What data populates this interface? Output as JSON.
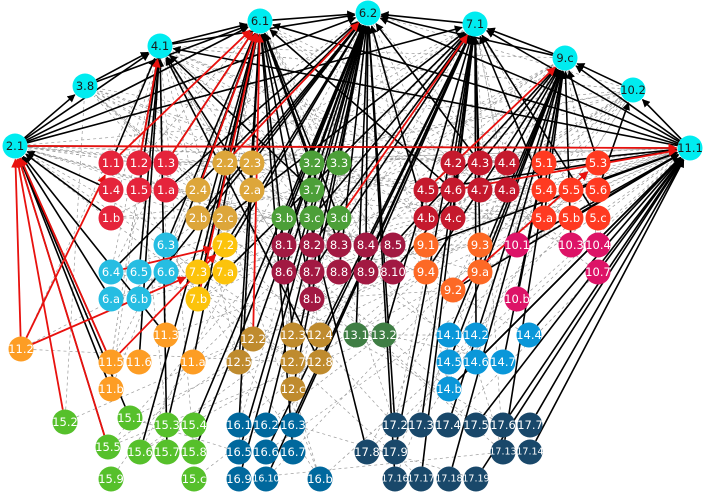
{
  "colors": {
    "target_6": "#00ecf0",
    "goal_1": "#e5243b",
    "goal_2": "#dda63a",
    "goal_3": "#4c9f38",
    "goal_4": "#c5192d",
    "goal_5": "#ff3a21",
    "goal_6": "#26bde2",
    "goal_7": "#fcc30b",
    "goal_8": "#a21942",
    "goal_9": "#fd6925",
    "goal_10": "#dd1367",
    "goal_11": "#fd9d24",
    "goal_12": "#bf8b2e",
    "goal_13": "#3f7e44",
    "goal_14": "#0a97d9",
    "goal_15": "#56c02b",
    "goal_16": "#00689d",
    "goal_17": "#19486a",
    "edge_black": "#000000",
    "edge_red": "#e8110e",
    "edge_dashed": "#9a9a9a"
  },
  "nodes": [
    {
      "id": "6.1",
      "group": "target_6"
    },
    {
      "id": "6.2",
      "group": "target_6"
    },
    {
      "id": "7.1",
      "group": "target_6"
    },
    {
      "id": "4.1",
      "group": "target_6"
    },
    {
      "id": "9.c",
      "group": "target_6"
    },
    {
      "id": "3.8",
      "group": "target_6"
    },
    {
      "id": "10.2",
      "group": "target_6"
    },
    {
      "id": "2.1",
      "group": "target_6"
    },
    {
      "id": "11.1",
      "group": "target_6"
    },
    {
      "id": "1.1",
      "group": "goal_1"
    },
    {
      "id": "1.2",
      "group": "goal_1"
    },
    {
      "id": "1.3",
      "group": "goal_1"
    },
    {
      "id": "1.4",
      "group": "goal_1"
    },
    {
      "id": "1.5",
      "group": "goal_1"
    },
    {
      "id": "1.a",
      "group": "goal_1"
    },
    {
      "id": "1.b",
      "group": "goal_1"
    },
    {
      "id": "2.2",
      "group": "goal_2"
    },
    {
      "id": "2.3",
      "group": "goal_2"
    },
    {
      "id": "2.4",
      "group": "goal_2"
    },
    {
      "id": "2.a",
      "group": "goal_2"
    },
    {
      "id": "2.b",
      "group": "goal_2"
    },
    {
      "id": "2.c",
      "group": "goal_2"
    },
    {
      "id": "3.2",
      "group": "goal_3"
    },
    {
      "id": "3.3",
      "group": "goal_3"
    },
    {
      "id": "3.7",
      "group": "goal_3"
    },
    {
      "id": "3.b",
      "group": "goal_3"
    },
    {
      "id": "3.c",
      "group": "goal_3"
    },
    {
      "id": "3.d",
      "group": "goal_3"
    },
    {
      "id": "4.2",
      "group": "goal_4"
    },
    {
      "id": "4.3",
      "group": "goal_4"
    },
    {
      "id": "4.4",
      "group": "goal_4"
    },
    {
      "id": "4.5",
      "group": "goal_4"
    },
    {
      "id": "4.6",
      "group": "goal_4"
    },
    {
      "id": "4.7",
      "group": "goal_4"
    },
    {
      "id": "4.a",
      "group": "goal_4"
    },
    {
      "id": "4.b",
      "group": "goal_4"
    },
    {
      "id": "4.c",
      "group": "goal_4"
    },
    {
      "id": "5.1",
      "group": "goal_5"
    },
    {
      "id": "5.3",
      "group": "goal_5"
    },
    {
      "id": "5.4",
      "group": "goal_5"
    },
    {
      "id": "5.5",
      "group": "goal_5"
    },
    {
      "id": "5.6",
      "group": "goal_5"
    },
    {
      "id": "5.a",
      "group": "goal_5"
    },
    {
      "id": "5.b",
      "group": "goal_5"
    },
    {
      "id": "5.c",
      "group": "goal_5"
    },
    {
      "id": "6.3",
      "group": "goal_6"
    },
    {
      "id": "6.4",
      "group": "goal_6"
    },
    {
      "id": "6.5",
      "group": "goal_6"
    },
    {
      "id": "6.6",
      "group": "goal_6"
    },
    {
      "id": "6.a",
      "group": "goal_6"
    },
    {
      "id": "6.b",
      "group": "goal_6"
    },
    {
      "id": "7.2",
      "group": "goal_7"
    },
    {
      "id": "7.3",
      "group": "goal_7"
    },
    {
      "id": "7.a",
      "group": "goal_7"
    },
    {
      "id": "7.b",
      "group": "goal_7"
    },
    {
      "id": "8.1",
      "group": "goal_8"
    },
    {
      "id": "8.2",
      "group": "goal_8"
    },
    {
      "id": "8.3",
      "group": "goal_8"
    },
    {
      "id": "8.4",
      "group": "goal_8"
    },
    {
      "id": "8.5",
      "group": "goal_8"
    },
    {
      "id": "8.6",
      "group": "goal_8"
    },
    {
      "id": "8.7",
      "group": "goal_8"
    },
    {
      "id": "8.8",
      "group": "goal_8"
    },
    {
      "id": "8.9",
      "group": "goal_8"
    },
    {
      "id": "8.10",
      "group": "goal_8"
    },
    {
      "id": "8.b",
      "group": "goal_8"
    },
    {
      "id": "9.1",
      "group": "goal_9"
    },
    {
      "id": "9.3",
      "group": "goal_9"
    },
    {
      "id": "9.4",
      "group": "goal_9"
    },
    {
      "id": "9.2",
      "group": "goal_9"
    },
    {
      "id": "9.a",
      "group": "goal_9"
    },
    {
      "id": "10.1",
      "group": "goal_10"
    },
    {
      "id": "10.3",
      "group": "goal_10"
    },
    {
      "id": "10.4",
      "group": "goal_10"
    },
    {
      "id": "10.7",
      "group": "goal_10"
    },
    {
      "id": "10.b",
      "group": "goal_10"
    },
    {
      "id": "11.2",
      "group": "goal_11"
    },
    {
      "id": "11.3",
      "group": "goal_11"
    },
    {
      "id": "11.5",
      "group": "goal_11"
    },
    {
      "id": "11.6",
      "group": "goal_11"
    },
    {
      "id": "11.a",
      "group": "goal_11"
    },
    {
      "id": "11.b",
      "group": "goal_11"
    },
    {
      "id": "12.2",
      "group": "goal_12"
    },
    {
      "id": "12.3",
      "group": "goal_12"
    },
    {
      "id": "12.4",
      "group": "goal_12"
    },
    {
      "id": "12.5",
      "group": "goal_12"
    },
    {
      "id": "12.7",
      "group": "goal_12"
    },
    {
      "id": "12.8",
      "group": "goal_12"
    },
    {
      "id": "12.c",
      "group": "goal_12"
    },
    {
      "id": "13.1",
      "group": "goal_13"
    },
    {
      "id": "13.2",
      "group": "goal_13"
    },
    {
      "id": "14.1",
      "group": "goal_14"
    },
    {
      "id": "14.2",
      "group": "goal_14"
    },
    {
      "id": "14.4",
      "group": "goal_14"
    },
    {
      "id": "14.5",
      "group": "goal_14"
    },
    {
      "id": "14.6",
      "group": "goal_14"
    },
    {
      "id": "14.7",
      "group": "goal_14"
    },
    {
      "id": "14.b",
      "group": "goal_14"
    },
    {
      "id": "15.1",
      "group": "goal_15"
    },
    {
      "id": "15.2",
      "group": "goal_15"
    },
    {
      "id": "15.3",
      "group": "goal_15"
    },
    {
      "id": "15.4",
      "group": "goal_15"
    },
    {
      "id": "15.5",
      "group": "goal_15"
    },
    {
      "id": "15.6",
      "group": "goal_15"
    },
    {
      "id": "15.7",
      "group": "goal_15"
    },
    {
      "id": "15.8",
      "group": "goal_15"
    },
    {
      "id": "15.9",
      "group": "goal_15"
    },
    {
      "id": "15.c",
      "group": "goal_15"
    },
    {
      "id": "16.1",
      "group": "goal_16"
    },
    {
      "id": "16.2",
      "group": "goal_16"
    },
    {
      "id": "16.3",
      "group": "goal_16"
    },
    {
      "id": "16.5",
      "group": "goal_16"
    },
    {
      "id": "16.6",
      "group": "goal_16"
    },
    {
      "id": "16.7",
      "group": "goal_16"
    },
    {
      "id": "16.9",
      "group": "goal_16"
    },
    {
      "id": "16.10",
      "group": "goal_16"
    },
    {
      "id": "16.b",
      "group": "goal_16"
    },
    {
      "id": "17.2",
      "group": "goal_17"
    },
    {
      "id": "17.3",
      "group": "goal_17"
    },
    {
      "id": "17.4",
      "group": "goal_17"
    },
    {
      "id": "17.5",
      "group": "goal_17"
    },
    {
      "id": "17.6",
      "group": "goal_17"
    },
    {
      "id": "17.7",
      "group": "goal_17"
    },
    {
      "id": "17.8",
      "group": "goal_17"
    },
    {
      "id": "17.9",
      "group": "goal_17"
    },
    {
      "id": "17.13",
      "group": "goal_17"
    },
    {
      "id": "17.14",
      "group": "goal_17"
    },
    {
      "id": "17.16",
      "group": "goal_17"
    },
    {
      "id": "17.17",
      "group": "goal_17"
    },
    {
      "id": "17.18",
      "group": "goal_17"
    },
    {
      "id": "17.19",
      "group": "goal_17"
    }
  ]
}
